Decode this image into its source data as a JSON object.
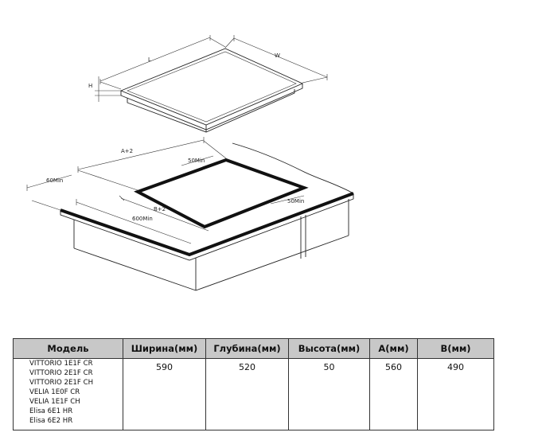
{
  "diagram": {
    "hob_labels": {
      "length": "L",
      "width": "W",
      "height": "H"
    },
    "cutout_labels": {
      "a_dim": "A+2",
      "b_dim": "B+2",
      "front_margin": "50Min",
      "back_margin": "50Min",
      "side_margin": "60Min",
      "depth_min": "600Min"
    }
  },
  "table": {
    "headers": [
      "Модель",
      "Ширина(мм)",
      "Глубина(мм)",
      "Высота(мм)",
      "A(мм)",
      "B(мм)"
    ],
    "models": [
      "VITTORIO 1E1F CR",
      "VITTORIO 2E1F CR",
      "VITTORIO 2E1F CH",
      "VELIA 1E0F CR",
      "VELIA 1E1F CH",
      "Elisa 6E1 HR",
      "Elisa 6E2 HR"
    ],
    "width": "590",
    "depth": "520",
    "height": "50",
    "a": "560",
    "b": "490"
  }
}
